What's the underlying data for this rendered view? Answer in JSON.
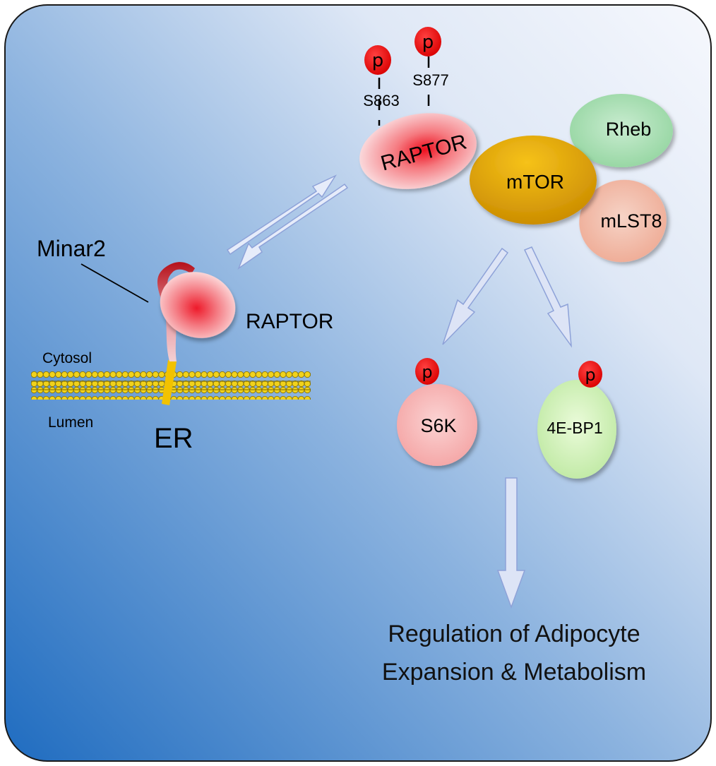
{
  "colors": {
    "panel_blue": "#2f78c6",
    "panel_white": "#ffffff",
    "phospho_red": "#ee1111",
    "mtor_gold": "#e3a400",
    "rheb_green": "#9fdcaa",
    "mlst8_salmon": "#f2b8a4",
    "membrane_yellow": "#e8c200",
    "arrow_fill": "#dfe6f8",
    "arrow_stroke": "#8ea2d8"
  },
  "complex": {
    "raptor_label": "RAPTOR",
    "mtor_label": "mTOR",
    "rheb_label": "Rheb",
    "mlst8_label": "mLST8",
    "site1": "S863",
    "site2": "S877",
    "phospho_symbol": "p"
  },
  "membrane": {
    "minar2_label": "Minar2",
    "raptor_label": "RAPTOR",
    "cytosol_label": "Cytosol",
    "lumen_label": "Lumen",
    "er_label": "ER"
  },
  "targets": {
    "s6k_label": "S6K",
    "bp1_label": "4E-BP1",
    "phospho_symbol": "p"
  },
  "outcome": {
    "line1": "Regulation of Adipocyte",
    "line2": "Expansion & Metabolism"
  }
}
